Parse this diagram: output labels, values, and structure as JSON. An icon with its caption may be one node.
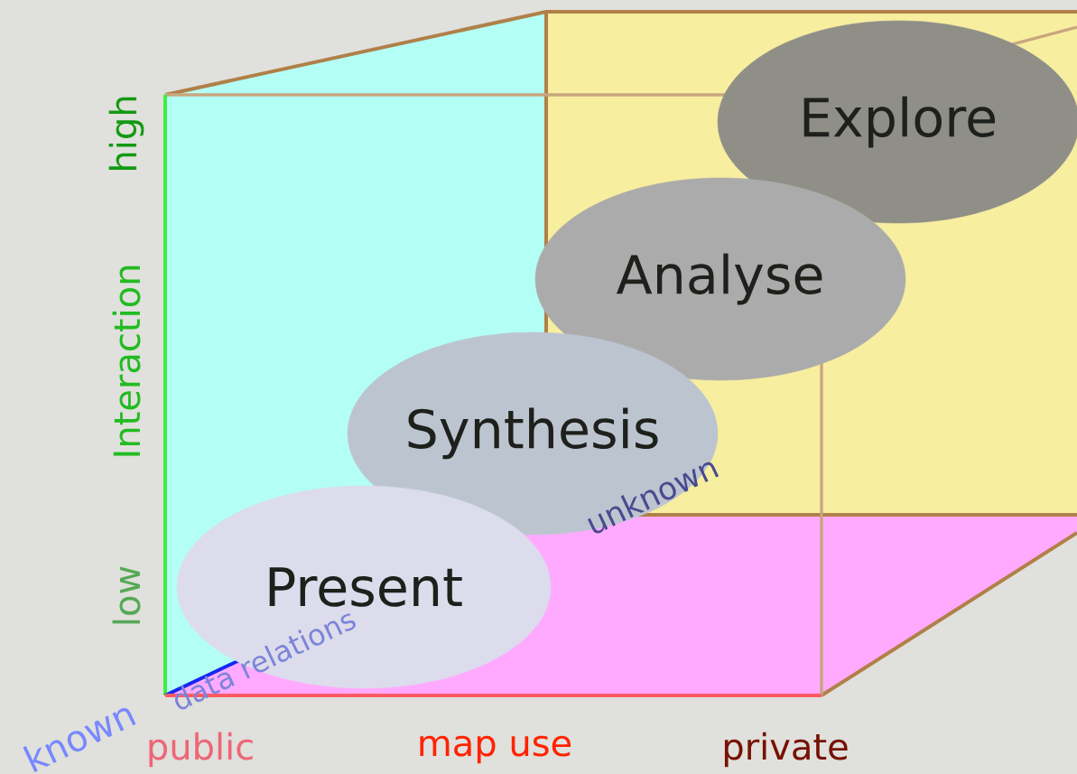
{
  "diagram": {
    "nodes": [
      {
        "text": [
          "Explore"
        ]
      },
      {
        "text": [
          "Analyse"
        ]
      },
      {
        "text": [
          "Synthesis"
        ]
      },
      {
        "text": [
          "Present"
        ]
      }
    ],
    "labels": [
      "high",
      "Interaction",
      "low",
      "data relations",
      "unknown",
      "known",
      "public",
      "map use",
      "private"
    ]
  }
}
